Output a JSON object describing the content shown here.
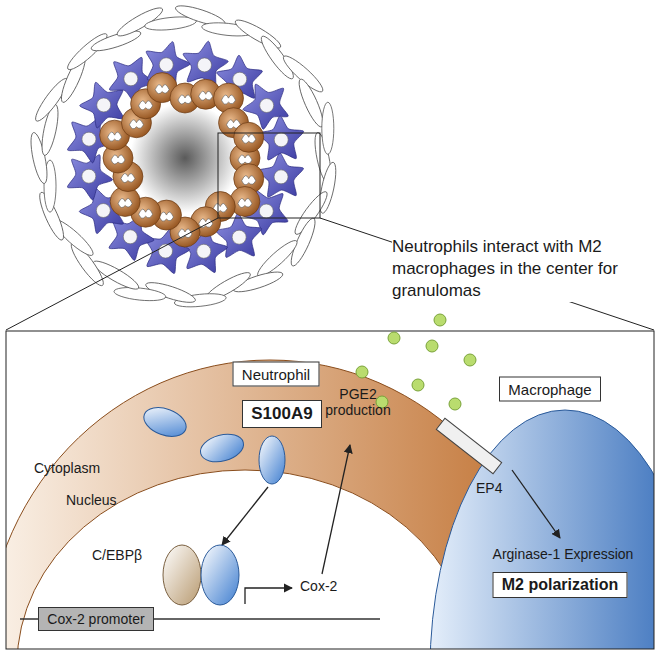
{
  "diagram": {
    "nodes": [
      {
        "text": [
          "Neutrophil"
        ]
      },
      {
        "text": [
          "S100A9"
        ]
      },
      {
        "text": [
          "Cox-2 promoter"
        ]
      },
      {
        "text": [
          "Macrophage"
        ]
      },
      {
        "text": [
          "M2 polarization"
        ]
      }
    ],
    "labels": [
      "Neutrophils interact with M2 macrophages in the center for granulomas",
      "Cytoplasm",
      "Nucleus",
      "C/EBPβ",
      "Cox-2",
      "PGE2 production",
      "EP4",
      "Arginase-1 Expression"
    ]
  }
}
